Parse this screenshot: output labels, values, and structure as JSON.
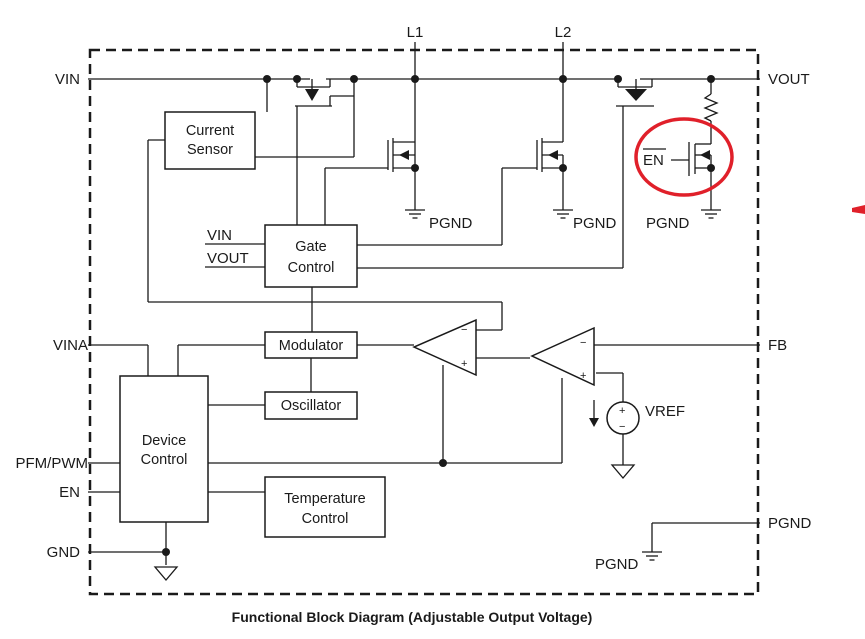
{
  "caption": "Functional Block Diagram (Adjustable Output Voltage)",
  "pins": {
    "vin": "VIN",
    "vina": "VINA",
    "pfm_pwm": "PFM/PWM",
    "en": "EN",
    "gnd": "GND",
    "l1": "L1",
    "l2": "L2",
    "vout": "VOUT",
    "fb": "FB",
    "pgnd": "PGND"
  },
  "blocks": {
    "current_sensor": [
      "Current",
      "Sensor"
    ],
    "gate_control": [
      "Gate",
      "Control"
    ],
    "modulator": "Modulator",
    "oscillator": "Oscillator",
    "device_control": [
      "Device",
      "Control"
    ],
    "temperature_control": [
      "Temperature",
      "Control"
    ]
  },
  "internal_labels": {
    "gate_vin": "VIN",
    "gate_vout": "VOUT",
    "pgnd_1": "PGND",
    "pgnd_2": "PGND",
    "pgnd_3": "PGND",
    "pgnd_4": "PGND",
    "vref": "VREF",
    "en_bar": "EN",
    "opamp_minus": "−",
    "opamp_plus": "+"
  },
  "colors": {
    "line": "#1a1a1a",
    "highlight": "#e0202a"
  }
}
